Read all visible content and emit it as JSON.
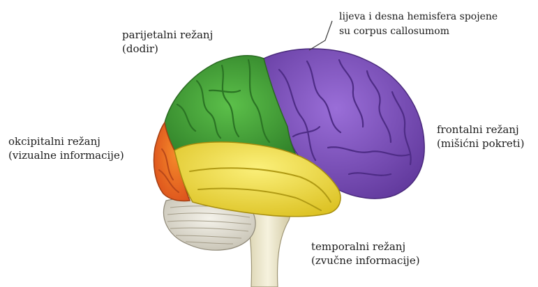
{
  "labels": {
    "parietal": {
      "line1": "parijetalni režanj",
      "line2": "(dodir)"
    },
    "occipital": {
      "line1": "okcipitalni režanj",
      "line2": "(vizualne informacije)"
    },
    "frontal": {
      "line1": "frontalni režanj",
      "line2": "(mišićni pokreti)"
    },
    "temporal": {
      "line1": "temporalni režanj",
      "line2": "(zvučne informacije)"
    },
    "callosum": {
      "line1": "lijeva i desna hemisfera spojene",
      "line2": "su corpus callosumom"
    }
  },
  "colors": {
    "frontal": "#7e4fc0",
    "parietal": "#4aa63a",
    "occipital": "#ea6a1a",
    "temporal": "#ebd830",
    "cerebellum": "#e4e1d6",
    "brainstem": "#ece7cc"
  }
}
